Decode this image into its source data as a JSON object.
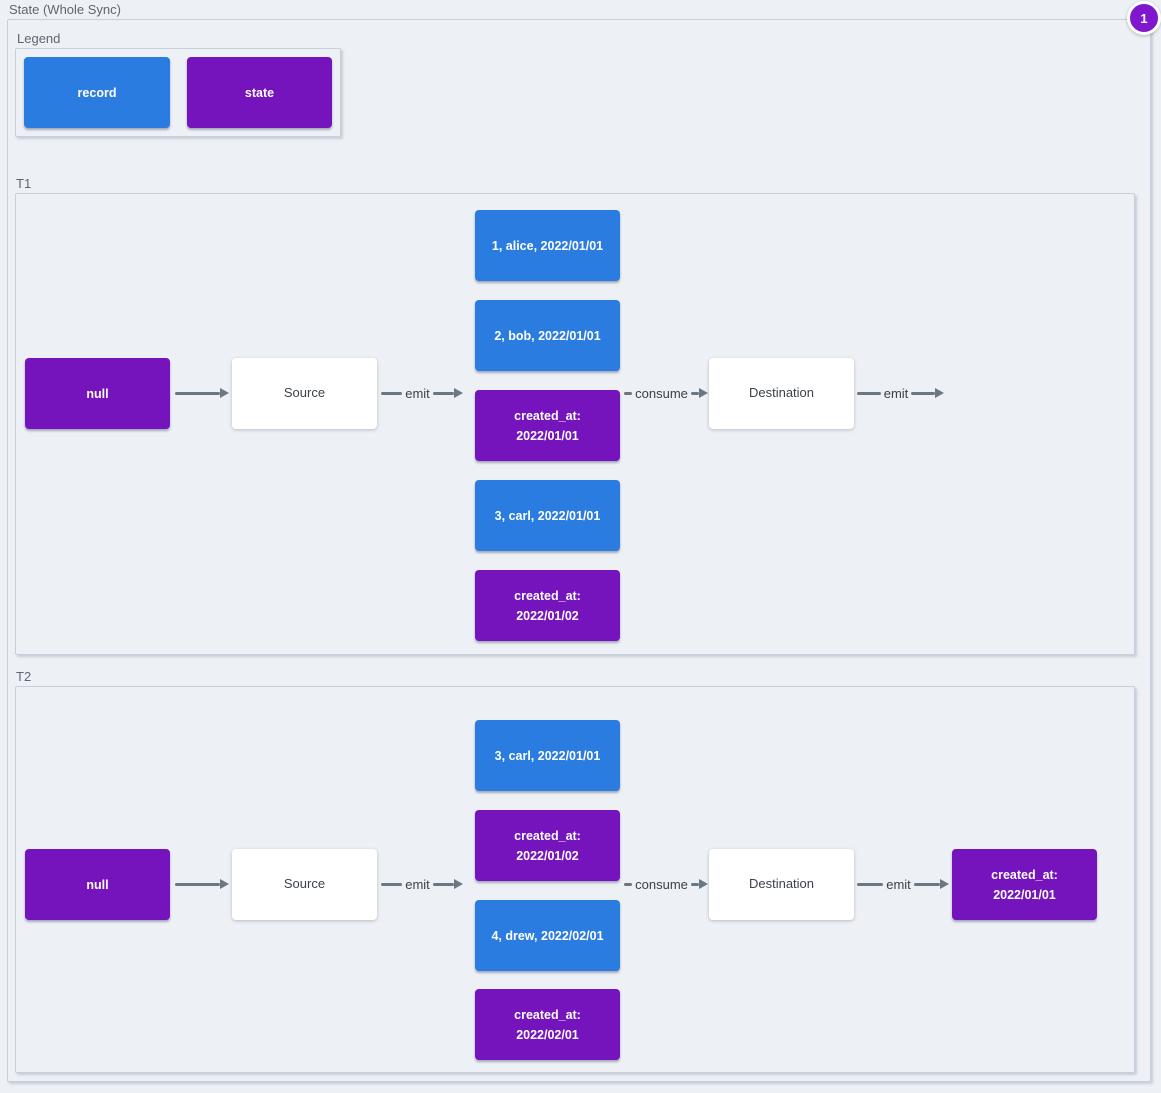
{
  "title": "State (Whole Sync)",
  "badge": {
    "value": "1"
  },
  "colors": {
    "record_blue": "#2b7ce1",
    "state_purple": "#7513bd",
    "badge_purple": "#7e17cd",
    "arrow_gray": "#6b7884",
    "background": "#edf0f4"
  },
  "legend": {
    "label": "Legend",
    "items": [
      {
        "label": "record",
        "type": "record"
      },
      {
        "label": "state",
        "type": "state"
      }
    ]
  },
  "t1": {
    "label": "T1",
    "null_label": "null",
    "source_label": "Source",
    "destination_label": "Destination",
    "emit_label": "emit",
    "consume_label": "consume",
    "stack": [
      {
        "label": "1, alice, 2022/01/01",
        "type": "record"
      },
      {
        "label": "2, bob, 2022/01/01",
        "type": "record"
      },
      {
        "label": "created_at:\n2022/01/01",
        "type": "state"
      },
      {
        "label": "3, carl, 2022/01/01",
        "type": "record"
      },
      {
        "label": "created_at:\n2022/01/02",
        "type": "state"
      }
    ]
  },
  "t2": {
    "label": "T2",
    "null_label": "null",
    "source_label": "Source",
    "destination_label": "Destination",
    "emit_label": "emit",
    "consume_label": "consume",
    "stack": [
      {
        "label": "3, carl, 2022/01/01",
        "type": "record"
      },
      {
        "label": "created_at:\n2022/01/02",
        "type": "state"
      },
      {
        "label": "4, drew, 2022/02/01",
        "type": "record"
      },
      {
        "label": "created_at:\n2022/02/01",
        "type": "state"
      }
    ],
    "final_state_label": "created_at:\n2022/01/01"
  }
}
